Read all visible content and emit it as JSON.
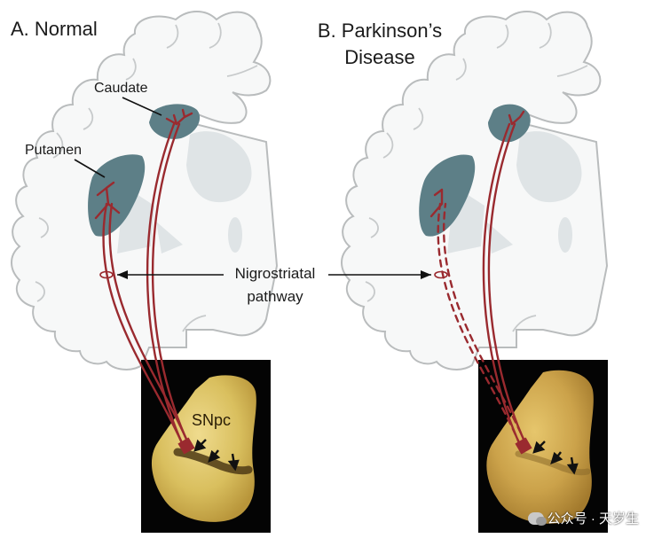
{
  "panels": {
    "normal": {
      "title": "A. Normal"
    },
    "parkinsons": {
      "title_line1": "B. Parkinson’s",
      "title_line2": "Disease"
    }
  },
  "labels": {
    "caudate": "Caudate",
    "putamen": "Putamen",
    "pathway_line1": "Nigrostriatal",
    "pathway_line2": "pathway",
    "snpc": "SNpc"
  },
  "watermark": {
    "text": "公众号 · 天岁生",
    "icon": "wechat-icon"
  },
  "colors": {
    "brain_fill": "#f7f8f8",
    "brain_outline": "#b9bcbd",
    "striatum": "#5d7f87",
    "deep_nuclei": "#dfe4e6",
    "pathway": "#9a2a2f",
    "photo_bg": "#040404"
  }
}
